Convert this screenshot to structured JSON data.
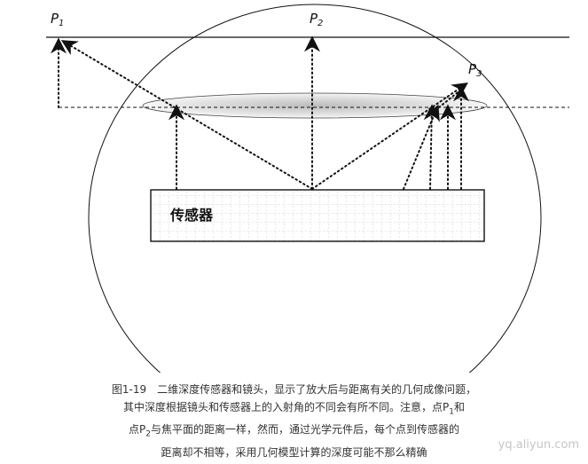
{
  "points": {
    "p1": {
      "letter": "P",
      "sub": "1"
    },
    "p2": {
      "letter": "P",
      "sub": "2"
    },
    "p3": {
      "letter": "P",
      "sub": "3"
    }
  },
  "sensor": {
    "label": "传感器"
  },
  "caption": {
    "line1": "图1-19　二维深度传感器和镜头，显示了放大后与距离有关的几何成像问题，",
    "line2_a": "其中深度根据镜头和传感器上的入射角的不同会有所不同。注意，点P",
    "line2_sub": "1",
    "line2_b": "和",
    "line3_a": "点P",
    "line3_sub": "2",
    "line3_b": "与焦平面的距离一样，然而，通过光学元件后，每个点到传感器的",
    "line4": "距离却不相等，采用几何模型计算的深度可能不那么精确"
  },
  "watermark": "yq.aliyun.com",
  "colors": {
    "line": "#111111",
    "grid": "#cfcfcf",
    "lens_fill": "#cfcfcf"
  }
}
